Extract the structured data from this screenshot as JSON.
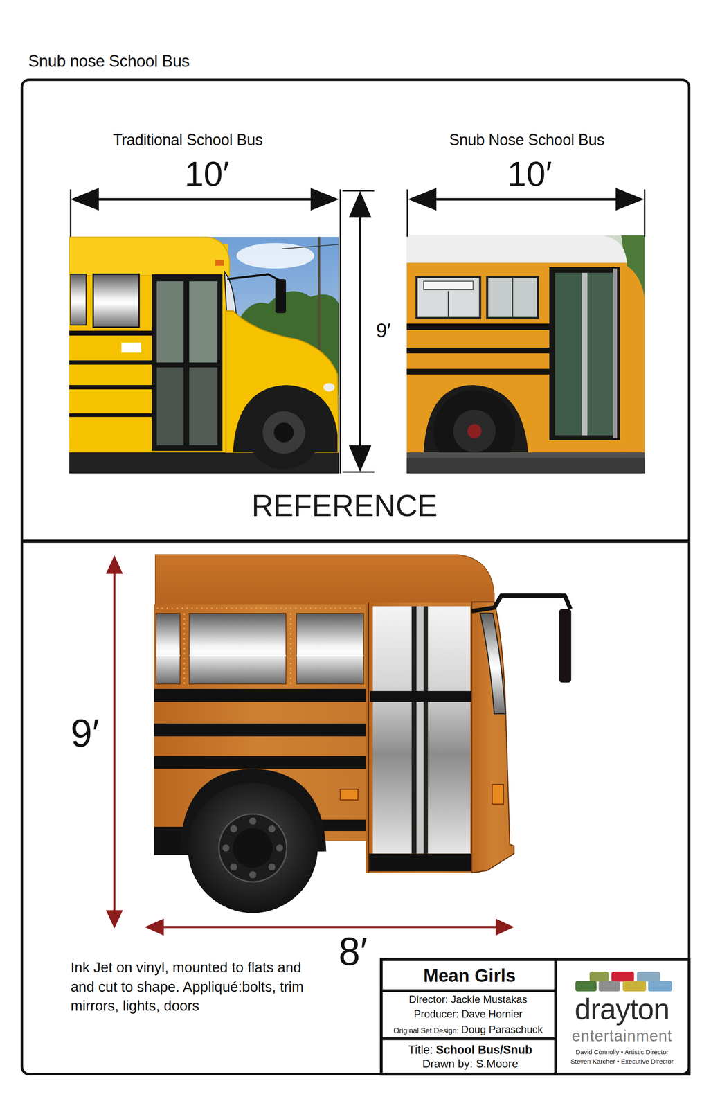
{
  "diagram": {
    "title": "Snub nose School Bus",
    "nodes": [
      {
        "text": [
          "Mean Girls"
        ]
      },
      {
        "text": [
          "Director: Jackie Mustakas",
          "Producer: Dave Hornier",
          "Original Set Design:",
          "Doug Paraschuck"
        ]
      },
      {
        "text": [
          "Title:",
          "School Bus/Snub",
          "Drawn by: S.Moore"
        ]
      },
      {
        "text": [
          "drayton",
          "entertainment",
          "David Connolly • Artistic Director",
          "Steven Karcher • Executive Director"
        ]
      }
    ],
    "labels": [
      "Traditional School Bus",
      "10′",
      "Snub Nose School Bus",
      "10′",
      "9′",
      "REFERENCE",
      "9′",
      "8′",
      "Ink Jet on vinyl, mounted to flats and and cut to shape. Appliqué:bolts, trim mirrors, lights, doors"
    ]
  }
}
